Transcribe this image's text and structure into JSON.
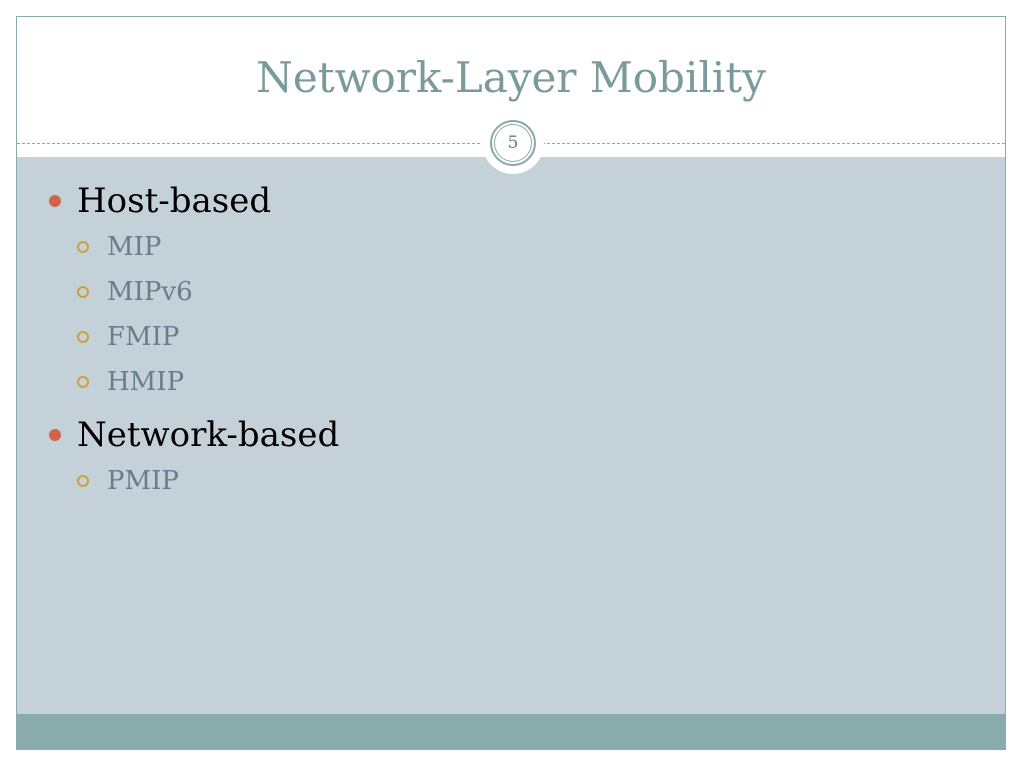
{
  "slide": {
    "title": "Network-Layer Mobility",
    "page_number": "5",
    "bullets": [
      {
        "text": "Host-based",
        "subitems": [
          "MIP",
          "MIPv6",
          "FMIP",
          "HMIP"
        ]
      },
      {
        "text": "Network-based",
        "subitems": [
          "PMIP"
        ]
      }
    ]
  },
  "colors": {
    "title": "#7a9a9c",
    "content_bg": "#c5d1d8",
    "footer_bar": "#8aabac",
    "bullet_primary": "#d2644a",
    "bullet_secondary": "#c9a23a",
    "subitem_text": "#6a7d8f"
  },
  "icons": {
    "primary_bullet": "filled-circle-icon",
    "secondary_bullet": "hollow-circle-icon"
  }
}
